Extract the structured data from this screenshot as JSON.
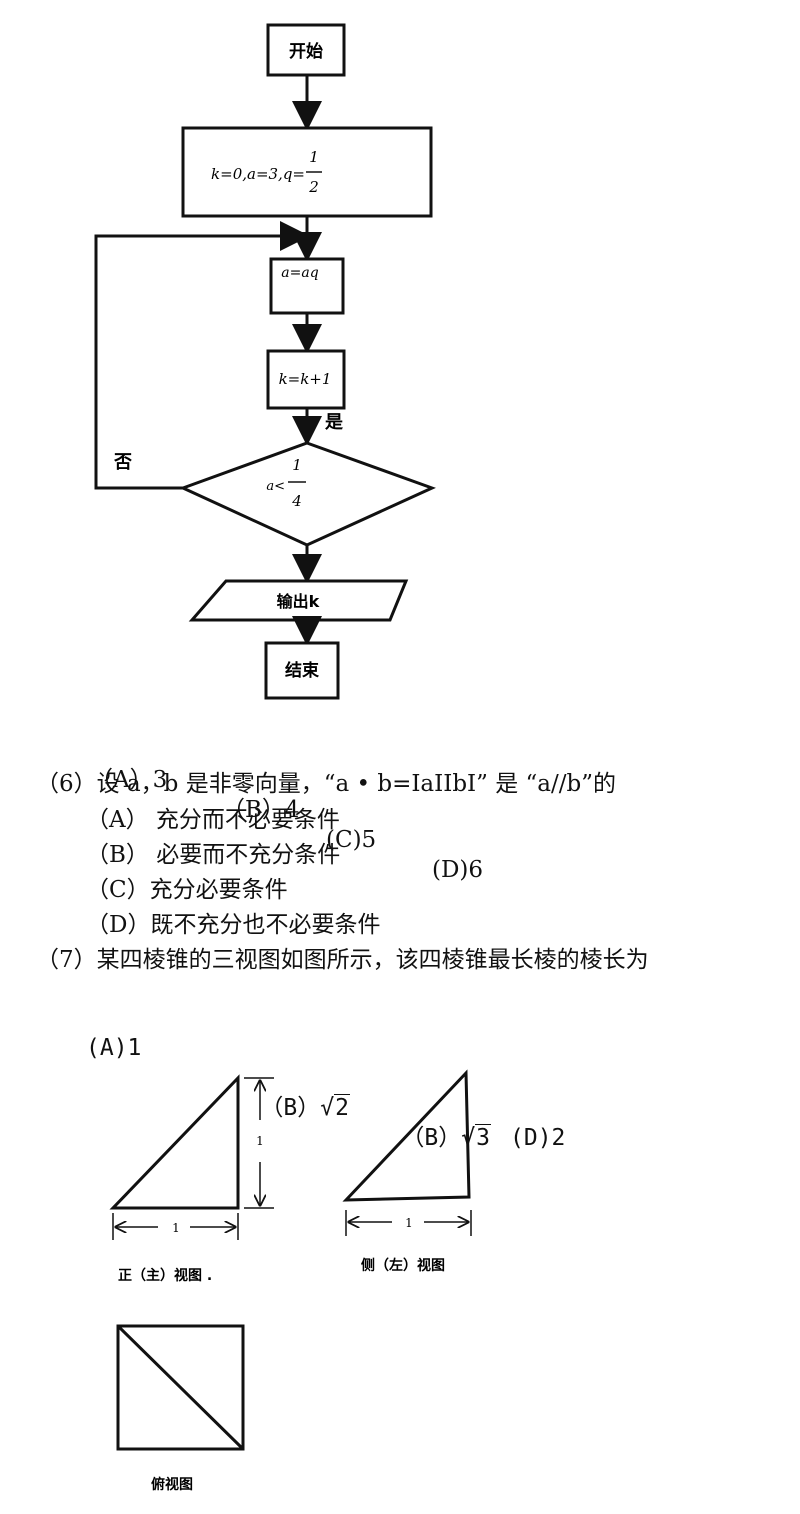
{
  "flowchart": {
    "start": "开始",
    "init": {
      "lhs": "k=0,a=3,q=",
      "num": "1",
      "den": "2"
    },
    "step1": "a=aq",
    "step2": "k=k+1",
    "cond": {
      "lhs": "a<",
      "num": "1",
      "den": "4"
    },
    "yes": "是",
    "no": "否",
    "output": "输出k",
    "end": "结束"
  },
  "q5_options": {
    "a": "（A）3",
    "b": "（B）4",
    "c": "(C)5",
    "d": "(D)6"
  },
  "q6": {
    "stem": "（6）设 a，b 是非零向量，“a • b=IaIIbI” 是 “a//b”的",
    "a": "（A） 充分而不必要条件",
    "b": "（B） 必要而不充分条件",
    "c": "（C）充分必要条件",
    "d": "（D）既不充分也不必要条件"
  },
  "q7": {
    "stem": "（7）某四棱锥的三视图如图所示，该四棱锥最长棱的棱长为",
    "a": "(A)1",
    "b_label": "（B）",
    "b_val": "2",
    "c_label": "（B）",
    "c_val": "3",
    "d": "(D)2"
  },
  "views": {
    "front_label": "正（主）视图 .",
    "side_label": "侧（左）视图",
    "top_label": "俯视图",
    "dim_one": "1"
  }
}
